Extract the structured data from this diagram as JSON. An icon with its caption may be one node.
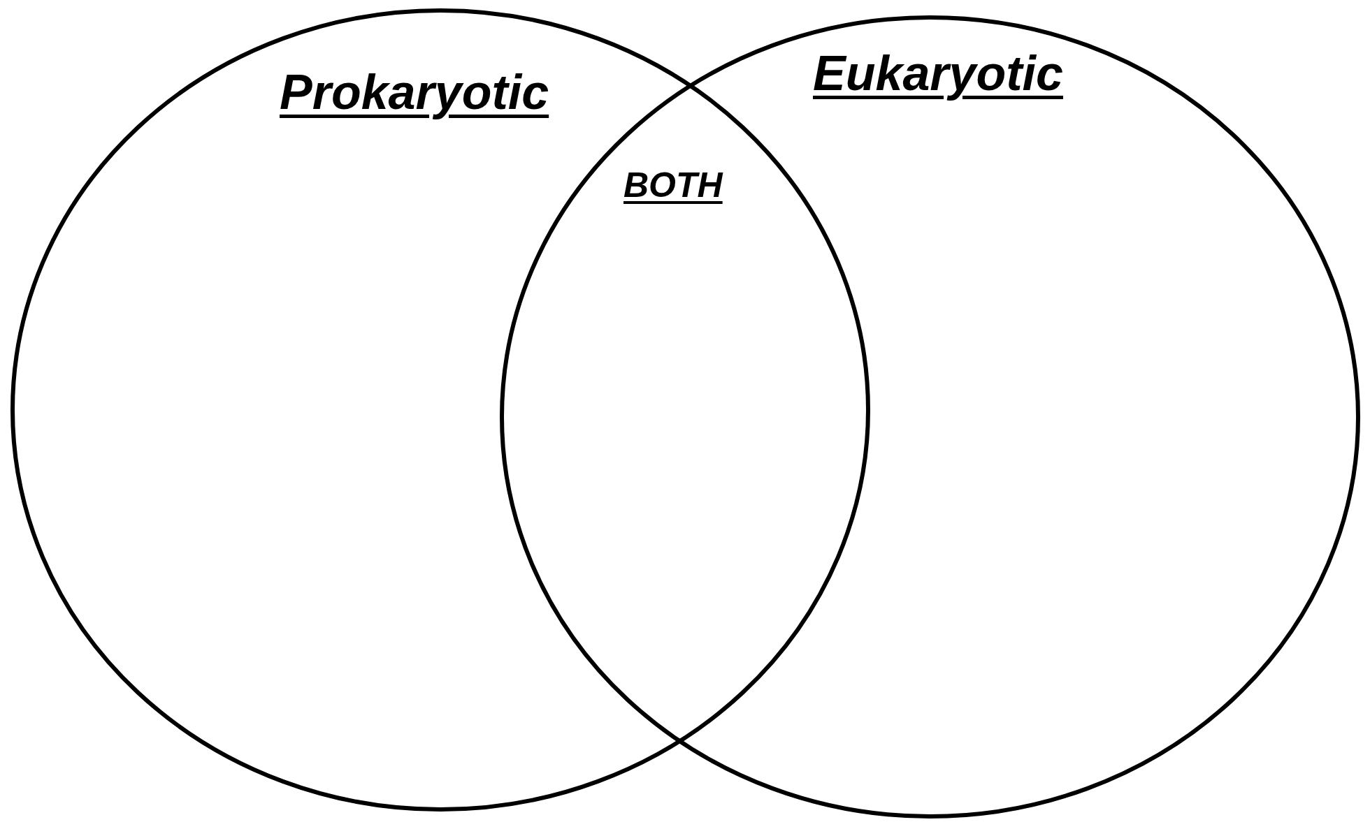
{
  "diagram": {
    "nodes": [
      {
        "text": [
          "Prokaryotic"
        ]
      },
      {
        "text": [
          "Eukaryotic"
        ]
      }
    ],
    "labels": [
      "BOTH"
    ]
  }
}
